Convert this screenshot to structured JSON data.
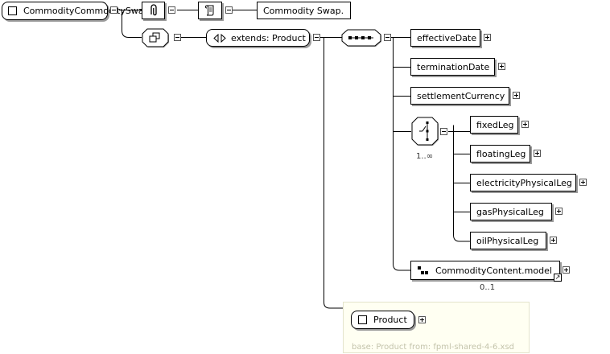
{
  "root": {
    "label": "CommodityCommoditySwap"
  },
  "doc_label": "Commodity Swap.",
  "extends_label": "extends: Product",
  "sequence_children": [
    "effectiveDate",
    "terminationDate",
    "settlementCurrency"
  ],
  "choice": {
    "occurrence": "1..∞",
    "children": [
      "fixedLeg",
      "floatingLeg",
      "electricityPhysicalLeg",
      "gasPhysicalLeg",
      "oilPhysicalLeg"
    ]
  },
  "group": {
    "label": "CommodityContent.model",
    "occurrence": "0..1"
  },
  "base_type": {
    "label": "Product",
    "caption": "base: Product from: fpml-shared-4-6.xsd"
  },
  "icons": {
    "annotation": "paperclip-icon",
    "documentation": "scroll-icon",
    "complex_type": "complex-type-icon",
    "sequence": "sequence-icon",
    "choice": "choice-icon",
    "group": "group-icon",
    "group_ref": "reference-arrow-icon"
  }
}
